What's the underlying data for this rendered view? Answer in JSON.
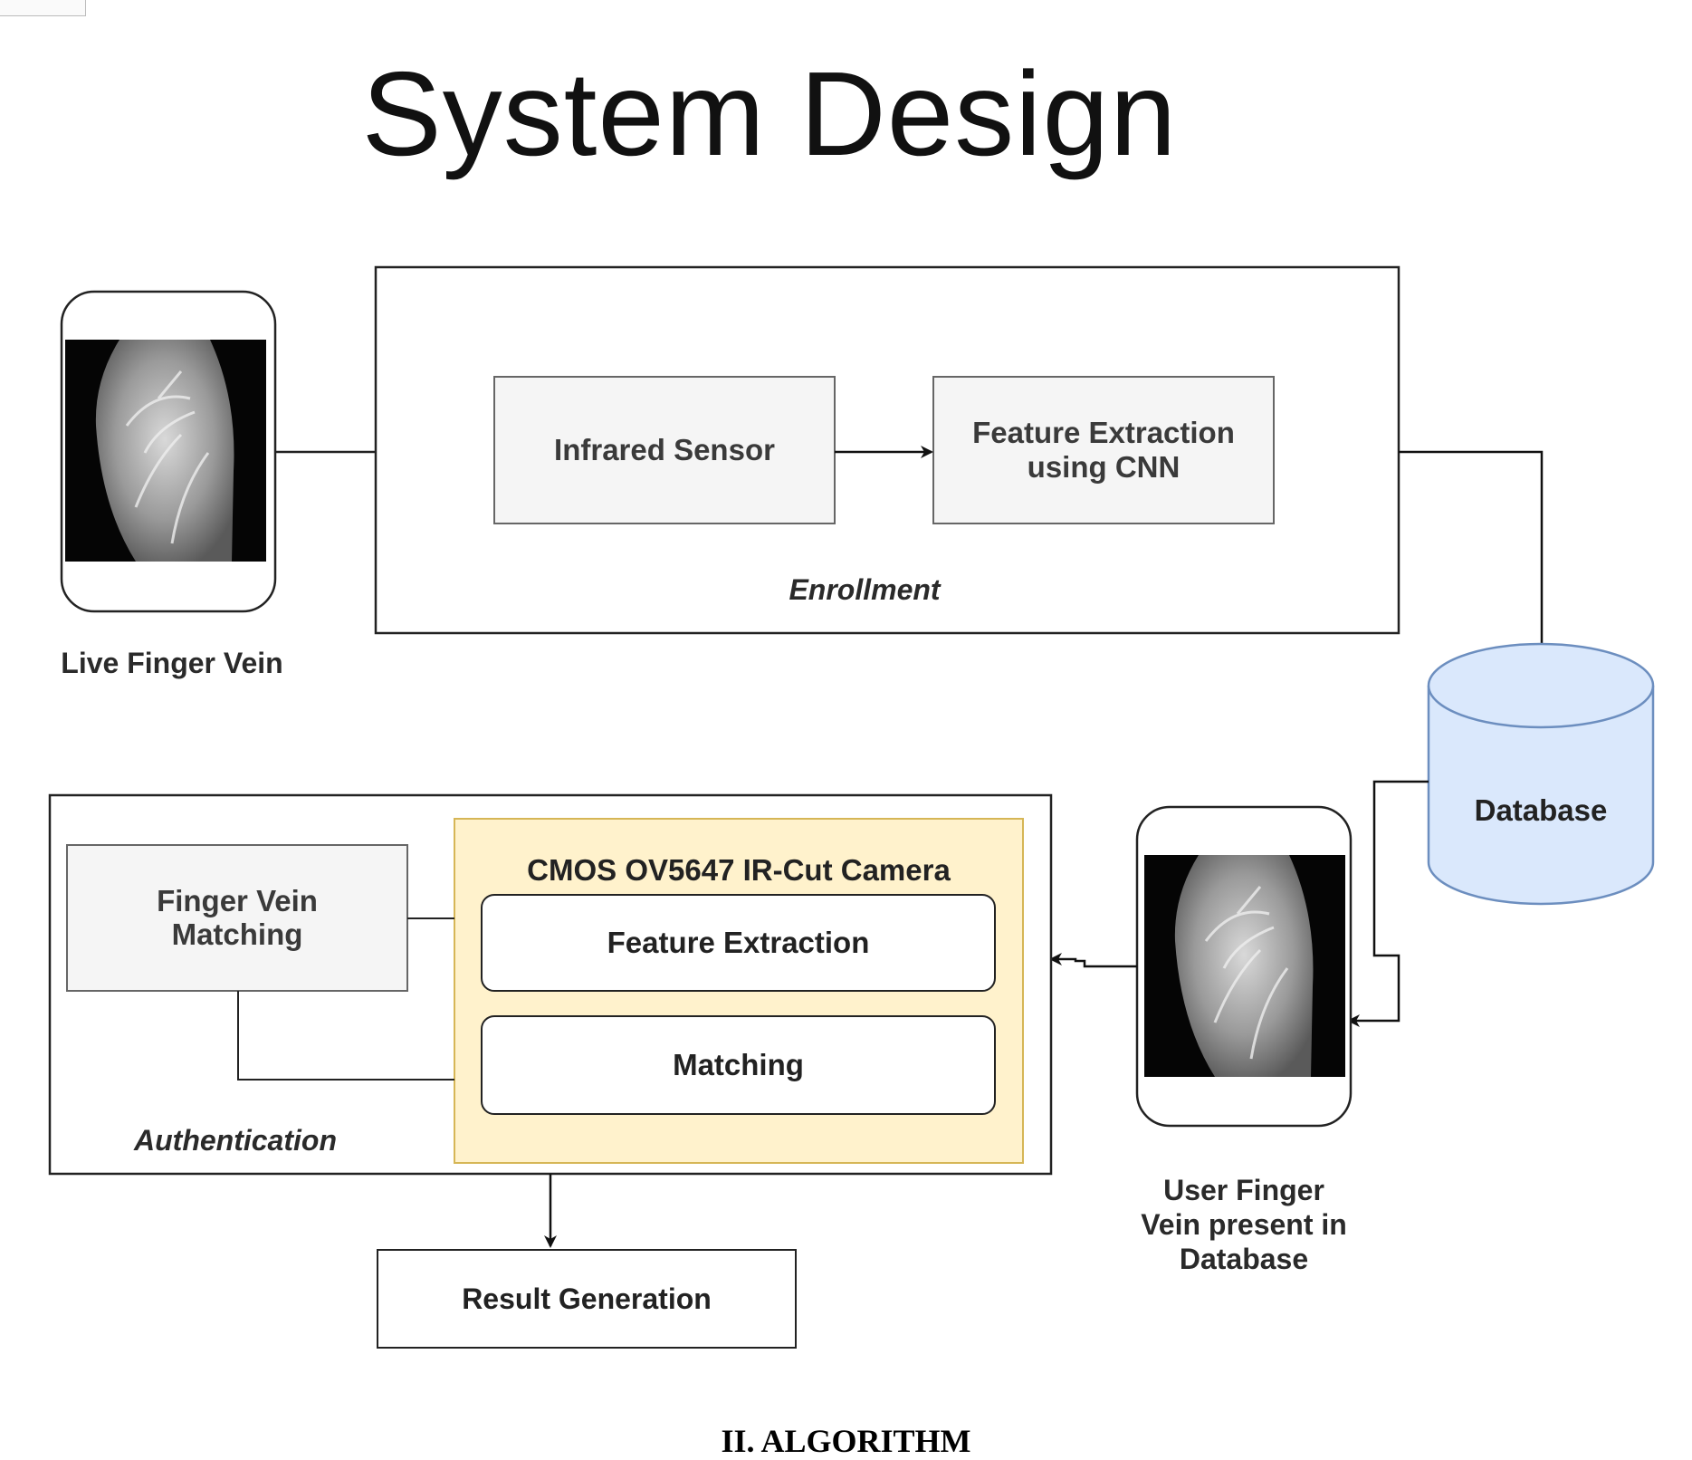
{
  "title": "System Design",
  "nodes": {
    "live_finger_vein": "Live Finger Vein",
    "infrared_sensor": "Infrared Sensor",
    "feature_extraction_cnn": "Feature Extraction using CNN",
    "enrollment": "Enrollment",
    "database": "Database",
    "user_finger_vein": "User Finger Vein present in Database",
    "camera": "CMOS OV5647 IR-Cut Camera",
    "feature_extraction": "Feature Extraction",
    "matching": "Matching",
    "finger_vein_matching": "Finger Vein Matching",
    "authentication": "Authentication",
    "result_generation": "Result Generation"
  },
  "section_heading": "II.   ALGORITHM",
  "colors": {
    "database_fill": "#dae8fc",
    "database_stroke": "#6c8ebf",
    "camera_fill": "#fff2cc",
    "camera_stroke": "#d6b656",
    "grey_box_fill": "#f5f5f5",
    "grey_box_stroke": "#666666"
  }
}
